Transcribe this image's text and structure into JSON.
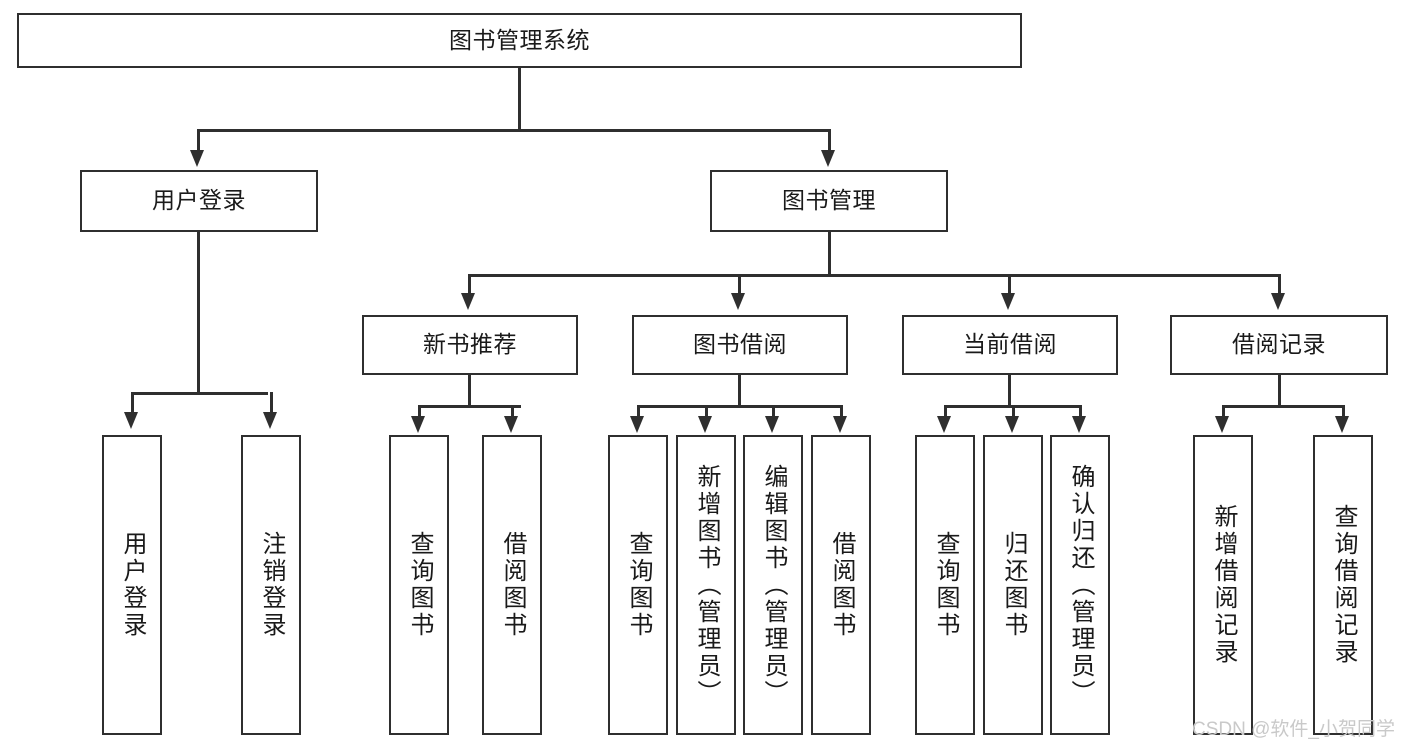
{
  "diagram": {
    "type": "tree-hierarchy",
    "title": "图书管理系统",
    "watermark": "CSDN @软件_小贺同学",
    "colors": {
      "stroke": "#2f2f2f",
      "fill": "#ffffff",
      "text": "#1a1a1a",
      "watermark": "#c9c9c9"
    },
    "nodes": {
      "root": {
        "label": "图书管理系统"
      },
      "level2": [
        {
          "id": "user-login",
          "label": "用户登录"
        },
        {
          "id": "book-management",
          "label": "图书管理"
        }
      ],
      "level3": [
        {
          "id": "new-book-recommend",
          "label": "新书推荐"
        },
        {
          "id": "book-borrow",
          "label": "图书借阅"
        },
        {
          "id": "current-borrow",
          "label": "当前借阅"
        },
        {
          "id": "borrow-record",
          "label": "借阅记录"
        }
      ],
      "leaves": {
        "user-login": [
          {
            "id": "leaf-user-login",
            "label": "用户登录"
          },
          {
            "id": "leaf-logout-login",
            "label": "注销登录"
          }
        ],
        "new-book-recommend": [
          {
            "id": "leaf-query-book-1",
            "label": "查询图书"
          },
          {
            "id": "leaf-borrow-book-1",
            "label": "借阅图书"
          }
        ],
        "book-borrow": [
          {
            "id": "leaf-query-book-2",
            "label": "查询图书"
          },
          {
            "id": "leaf-add-book",
            "label": "新增图书（管理员）"
          },
          {
            "id": "leaf-edit-book",
            "label": "编辑图书（管理员）"
          },
          {
            "id": "leaf-borrow-book-2",
            "label": "借阅图书"
          }
        ],
        "current-borrow": [
          {
            "id": "leaf-query-book-3",
            "label": "查询图书"
          },
          {
            "id": "leaf-return-book",
            "label": "归还图书"
          },
          {
            "id": "leaf-confirm-return",
            "label": "确认归还（管理员）"
          }
        ],
        "borrow-record": [
          {
            "id": "leaf-add-record",
            "label": "新增借阅记录"
          },
          {
            "id": "leaf-query-record",
            "label": "查询借阅记录"
          }
        ]
      }
    }
  }
}
